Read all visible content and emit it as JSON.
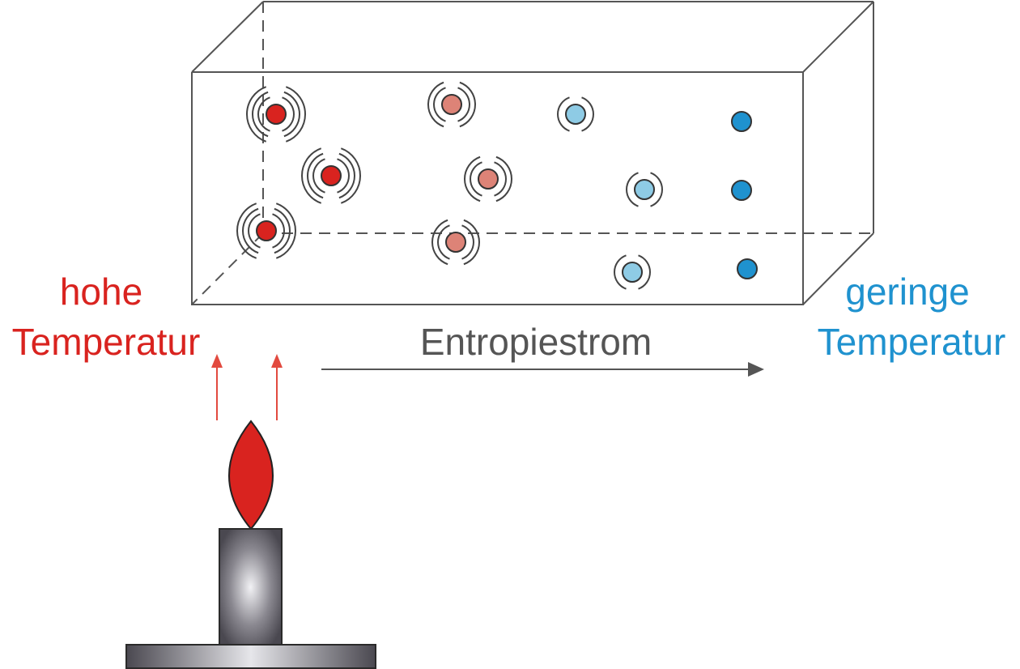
{
  "labels": {
    "hot_line1": "hohe",
    "hot_line2": "Temperatur",
    "flow": "Entropiestrom",
    "cold_line1": "geringe",
    "cold_line2": "Temperatur"
  },
  "colors": {
    "hot": "#d9231f",
    "warm": "#dd8377",
    "cool": "#8ecbe5",
    "cold": "#1f92cf",
    "outline": "#555555",
    "arrow": "#e24a3f",
    "flame": "#d9231f"
  },
  "particles": [
    {
      "temperature": "hot",
      "vibration_rings": 3
    },
    {
      "temperature": "hot",
      "vibration_rings": 3
    },
    {
      "temperature": "hot",
      "vibration_rings": 3
    },
    {
      "temperature": "warm",
      "vibration_rings": 2
    },
    {
      "temperature": "warm",
      "vibration_rings": 2
    },
    {
      "temperature": "warm",
      "vibration_rings": 2
    },
    {
      "temperature": "cool",
      "vibration_rings": 1
    },
    {
      "temperature": "cool",
      "vibration_rings": 1
    },
    {
      "temperature": "cool",
      "vibration_rings": 1
    },
    {
      "temperature": "cold",
      "vibration_rings": 0
    },
    {
      "temperature": "cold",
      "vibration_rings": 0
    },
    {
      "temperature": "cold",
      "vibration_rings": 0
    }
  ]
}
